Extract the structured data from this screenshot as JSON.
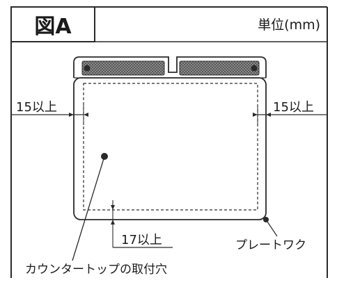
{
  "figure": {
    "tag": "図A",
    "unit": "単位(mm)"
  },
  "dimensions": {
    "left_margin": "15以上",
    "right_margin": "15以上",
    "bottom_margin": "17以上"
  },
  "labels": {
    "plate_frame": "プレートワク",
    "counter_hole": "カウンタートップの取付穴"
  },
  "colors": {
    "ink": "#1a1a1a",
    "line": "#2a2a2a",
    "hatch": "#555555",
    "paper": "#ffffff"
  }
}
